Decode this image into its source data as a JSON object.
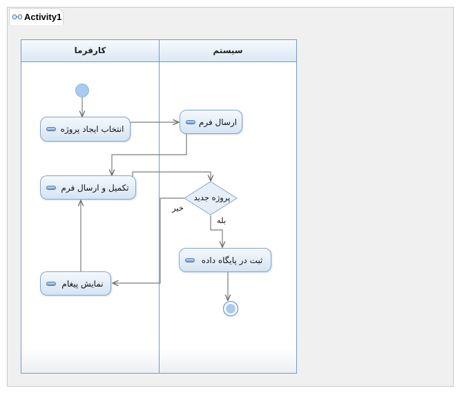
{
  "diagram": {
    "title": "Activity1",
    "lanes": {
      "left": "کارفرما",
      "right": "سیستم"
    },
    "actions": {
      "select_create_project": "انتخاب ایجاد پروژه",
      "send_form": "ارسال فرم",
      "complete_and_send_form": "تکمیل و ارسال فرم",
      "save_to_database": "ثبت در پایگاه داده",
      "show_message": "نمایش پیغام"
    },
    "decision": {
      "label": "پروژه جدید",
      "guard_no": "خیر",
      "guard_yes": "بله"
    }
  }
}
